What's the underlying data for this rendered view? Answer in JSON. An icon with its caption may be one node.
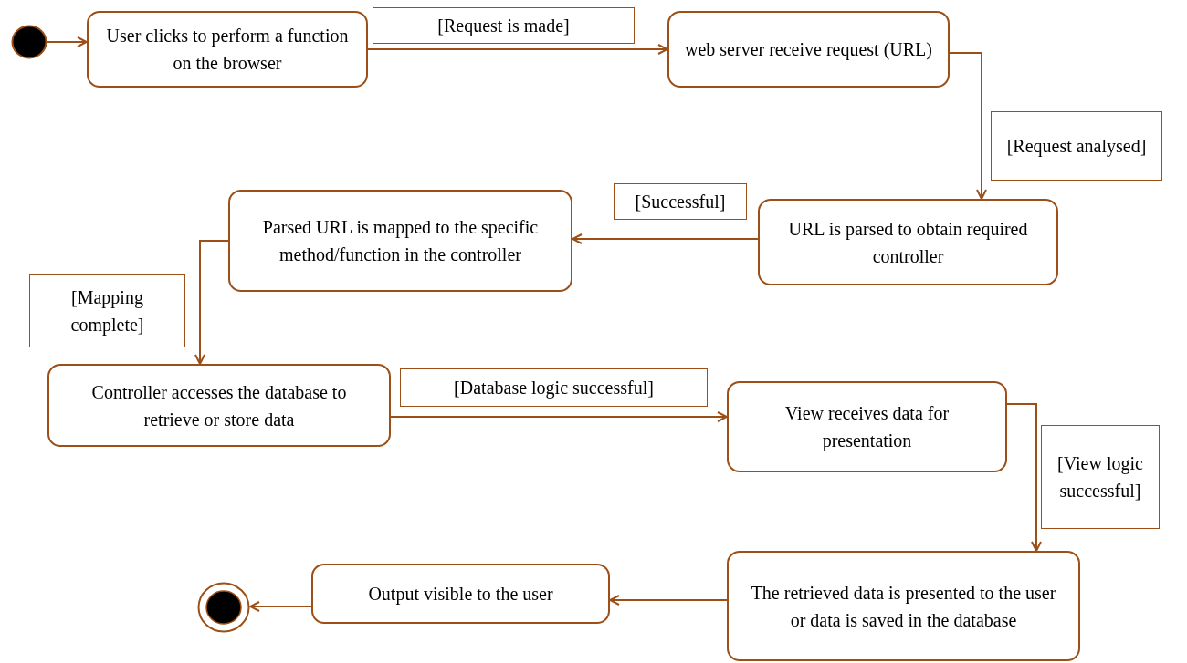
{
  "diagram": {
    "nodes": [
      {
        "text": [],
        "shape": "circle"
      },
      {
        "text": [
          "User clicks to perform a function on the browser"
        ]
      },
      {
        "text": [
          "web server receive request (URL)"
        ]
      },
      {
        "text": [
          "URL is parsed to obtain required controller"
        ]
      },
      {
        "text": [
          "Parsed URL is mapped to the specific method/function in the controller"
        ]
      },
      {
        "text": [
          "Controller accesses the database to retrieve or store data"
        ]
      },
      {
        "text": [
          "View receives data for presentation"
        ]
      },
      {
        "text": [
          "The retrieved data is presented to the user or data is saved in the database"
        ]
      },
      {
        "text": [
          "Output visible to the user"
        ]
      },
      {
        "text": [],
        "shape": "circle"
      }
    ],
    "edges": [
      {
        "from": 0,
        "to": 1,
        "arrow": "to"
      },
      {
        "from": 1,
        "to": 2,
        "arrow": "to",
        "label": "[Request is made]"
      },
      {
        "from": 2,
        "to": 3,
        "arrow": "to",
        "label": "[Request analysed]"
      },
      {
        "from": 3,
        "to": 4,
        "arrow": "to",
        "label": "[Successful]"
      },
      {
        "from": 4,
        "to": 5,
        "arrow": "to",
        "label": "[Mapping complete]"
      },
      {
        "from": 5,
        "to": 6,
        "arrow": "to",
        "label": "[Database logic successful]"
      },
      {
        "from": 6,
        "to": 7,
        "arrow": "to",
        "label": "[View logic successful]"
      },
      {
        "from": 7,
        "to": 8,
        "arrow": "to"
      },
      {
        "from": 8,
        "to": 9,
        "arrow": "to"
      }
    ]
  }
}
